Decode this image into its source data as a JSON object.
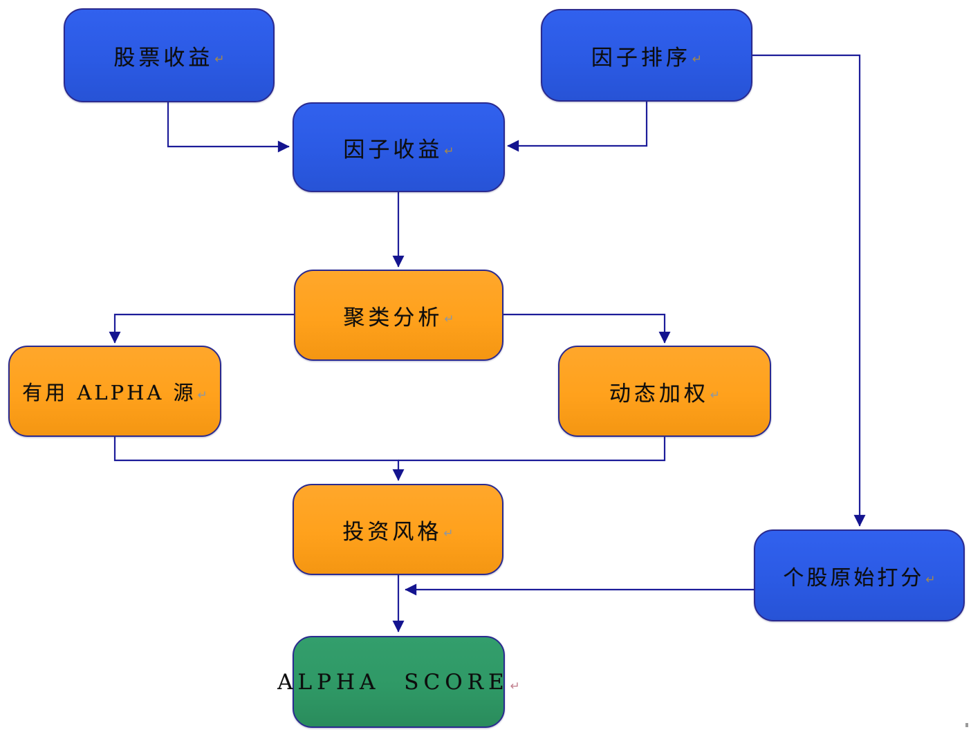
{
  "diagram": {
    "type": "flowchart",
    "paragraph_mark": "↵",
    "colors": {
      "node_blue": "#2B5AE4",
      "node_orange": "#FFA11C",
      "node_green": "#2F9966",
      "node_border": "#2A2A8F",
      "connector": "#1C1C99",
      "arrowhead": "#14148F",
      "label_text": "#0D0D0D",
      "mark_on_blue": "#A6884A",
      "mark_on_orange": "#8B97A6",
      "mark_on_green": "#C2808E"
    },
    "nodes": [
      {
        "id": "stock-returns",
        "label": "股票收益",
        "color": "blue"
      },
      {
        "id": "factor-ranking",
        "label": "因子排序",
        "color": "blue"
      },
      {
        "id": "factor-returns",
        "label": "因子收益",
        "color": "blue"
      },
      {
        "id": "cluster-analysis",
        "label": "聚类分析",
        "color": "orange"
      },
      {
        "id": "useful-alpha-source",
        "label": "有用 ALPHA 源",
        "color": "orange"
      },
      {
        "id": "dynamic-weighting",
        "label": "动态加权",
        "color": "orange"
      },
      {
        "id": "investment-style",
        "label": "投资风格",
        "color": "orange"
      },
      {
        "id": "stock-raw-score",
        "label": "个股原始打分",
        "color": "blue"
      },
      {
        "id": "alpha-score",
        "label": "ALPHA SCORE",
        "color": "green"
      }
    ],
    "edges": [
      {
        "from": "stock-returns",
        "to": "factor-returns"
      },
      {
        "from": "factor-ranking",
        "to": "factor-returns"
      },
      {
        "from": "factor-returns",
        "to": "cluster-analysis"
      },
      {
        "from": "cluster-analysis",
        "to": "useful-alpha-source"
      },
      {
        "from": "cluster-analysis",
        "to": "dynamic-weighting"
      },
      {
        "from": "useful-alpha-source",
        "to": "investment-style"
      },
      {
        "from": "dynamic-weighting",
        "to": "investment-style"
      },
      {
        "from": "factor-ranking",
        "to": "stock-raw-score"
      },
      {
        "from": "stock-raw-score",
        "to": "investment-style"
      },
      {
        "from": "investment-style",
        "to": "alpha-score"
      }
    ]
  }
}
